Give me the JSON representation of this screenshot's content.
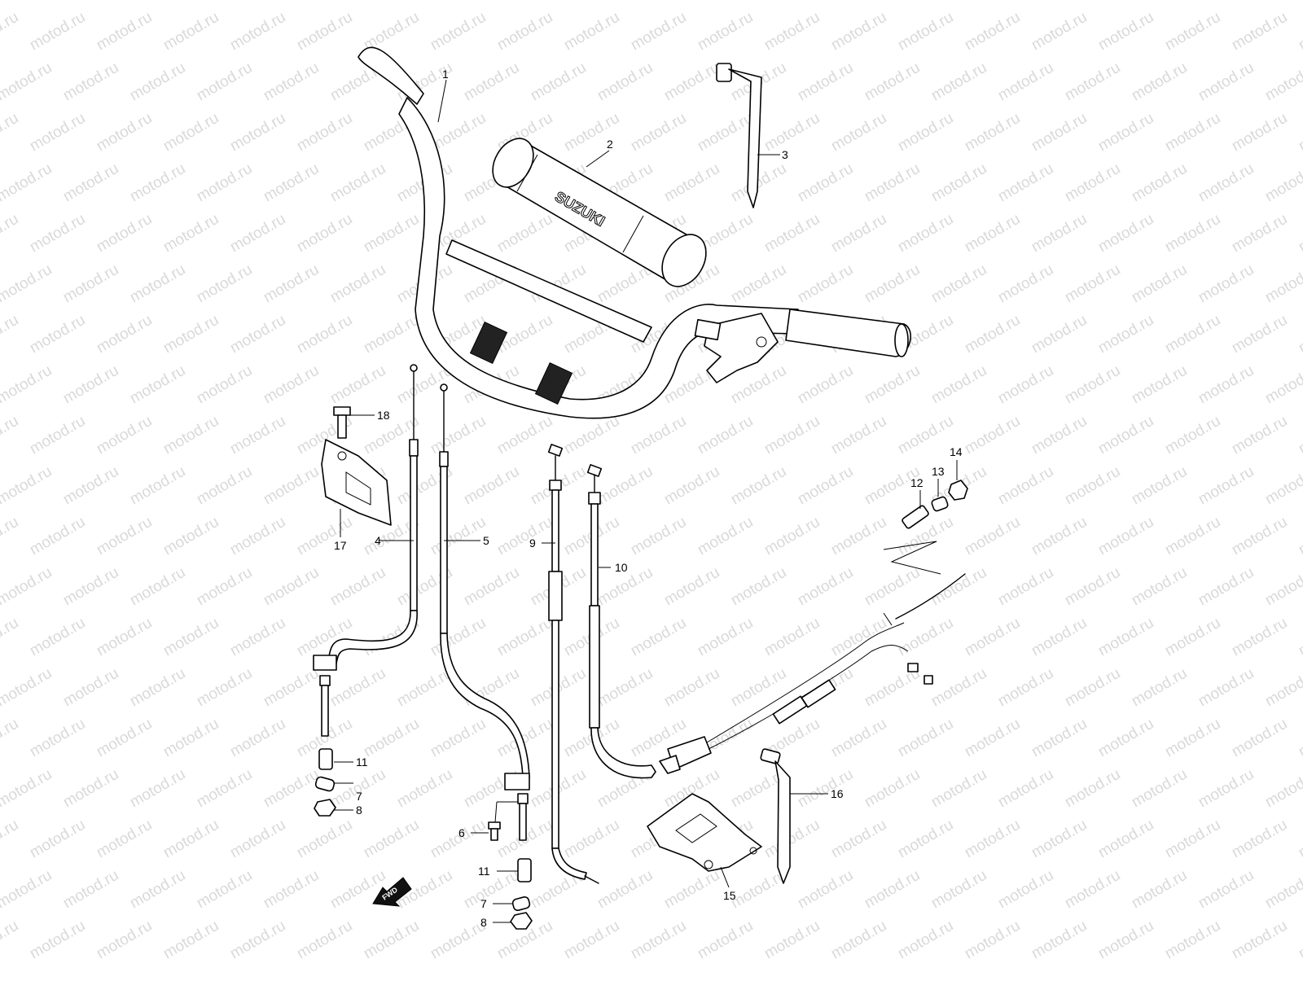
{
  "watermark": "motod.ru",
  "brand_text": "SUZUKI",
  "fwd_label": "FWD",
  "callouts": {
    "c1": "1",
    "c2": "2",
    "c3": "3",
    "c4": "4",
    "c5": "5",
    "c6": "6",
    "c7a": "7",
    "c7b": "7",
    "c8a": "8",
    "c8b": "8",
    "c9": "9",
    "c10": "10",
    "c11a": "11",
    "c11b": "11",
    "c12": "12",
    "c13": "13",
    "c14": "14",
    "c15": "15",
    "c16": "16",
    "c17": "17",
    "c18": "18"
  },
  "colors": {
    "line": "#000000",
    "watermark": "#d9d9d9",
    "background": "#ffffff"
  }
}
